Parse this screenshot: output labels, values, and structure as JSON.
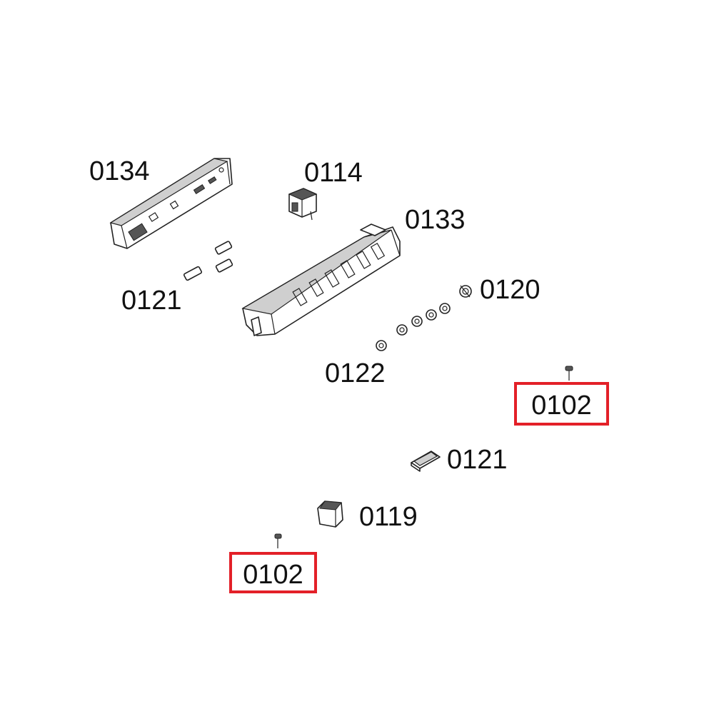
{
  "parts": {
    "p0134": "0134",
    "p0114": "0114",
    "p0133": "0133",
    "p0121_upper": "0121",
    "p0120": "0120",
    "p0122": "0122",
    "p0102_upper": "0102",
    "p0121_lower": "0121",
    "p0119": "0119",
    "p0102_lower": "0102"
  },
  "highlight_color": "#e32028"
}
